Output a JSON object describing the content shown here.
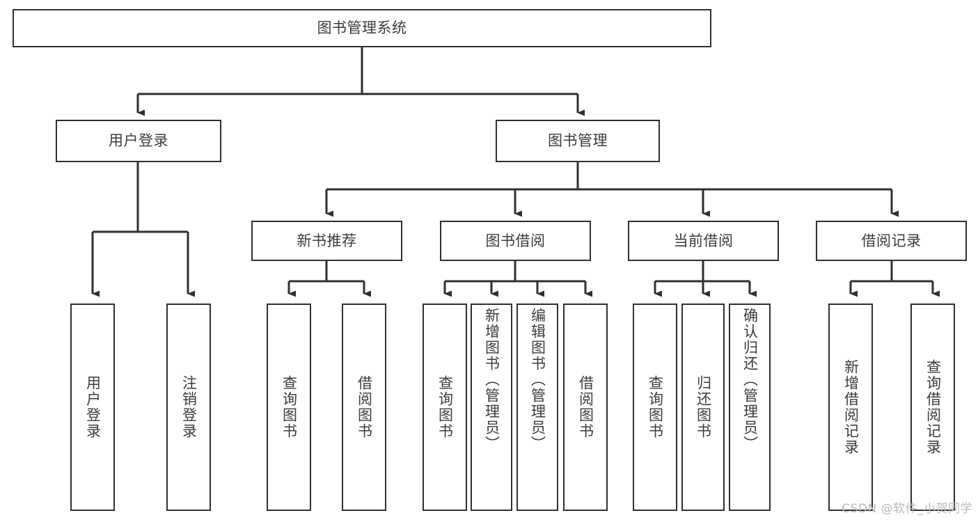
{
  "diagram": {
    "type": "tree",
    "title": "图书管理系统",
    "watermark": "CSDN @软件_小贺同学",
    "colors": {
      "stroke": "#2f2f2f",
      "text": "#3b3b3b",
      "background": "#ffffff",
      "watermark": "#b9b9b9"
    },
    "nodes": {
      "root": {
        "label": "图书管理系统"
      },
      "level2": [
        {
          "id": "user-login",
          "label": "用户登录"
        },
        {
          "id": "book-manage",
          "label": "图书管理"
        }
      ],
      "level3": [
        {
          "id": "new-book-recommend",
          "label": "新书推荐"
        },
        {
          "id": "book-borrow",
          "label": "图书借阅"
        },
        {
          "id": "current-borrow",
          "label": "当前借阅"
        },
        {
          "id": "borrow-record",
          "label": "借阅记录"
        }
      ],
      "leaves": [
        {
          "id": "leaf-user-login",
          "parent": "user-login",
          "label": "用户登录"
        },
        {
          "id": "leaf-logout",
          "parent": "user-login",
          "label": "注销登录"
        },
        {
          "id": "leaf-query-book-1",
          "parent": "new-book-recommend",
          "label": "查询图书"
        },
        {
          "id": "leaf-borrow-book-1",
          "parent": "new-book-recommend",
          "label": "借阅图书"
        },
        {
          "id": "leaf-query-book-2",
          "parent": "book-borrow",
          "label": "查询图书"
        },
        {
          "id": "leaf-add-book",
          "parent": "book-borrow",
          "label": "新增图书（管理员）"
        },
        {
          "id": "leaf-edit-book",
          "parent": "book-borrow",
          "label": "编辑图书（管理员）"
        },
        {
          "id": "leaf-borrow-book-2",
          "parent": "book-borrow",
          "label": "借阅图书"
        },
        {
          "id": "leaf-query-book-3",
          "parent": "current-borrow",
          "label": "查询图书"
        },
        {
          "id": "leaf-return-book",
          "parent": "current-borrow",
          "label": "归还图书"
        },
        {
          "id": "leaf-confirm-return",
          "parent": "current-borrow",
          "label": "确认归还（管理员）"
        },
        {
          "id": "leaf-add-record",
          "parent": "borrow-record",
          "label": "新增借阅记录"
        },
        {
          "id": "leaf-query-record",
          "parent": "borrow-record",
          "label": "查询借阅记录"
        }
      ]
    }
  }
}
